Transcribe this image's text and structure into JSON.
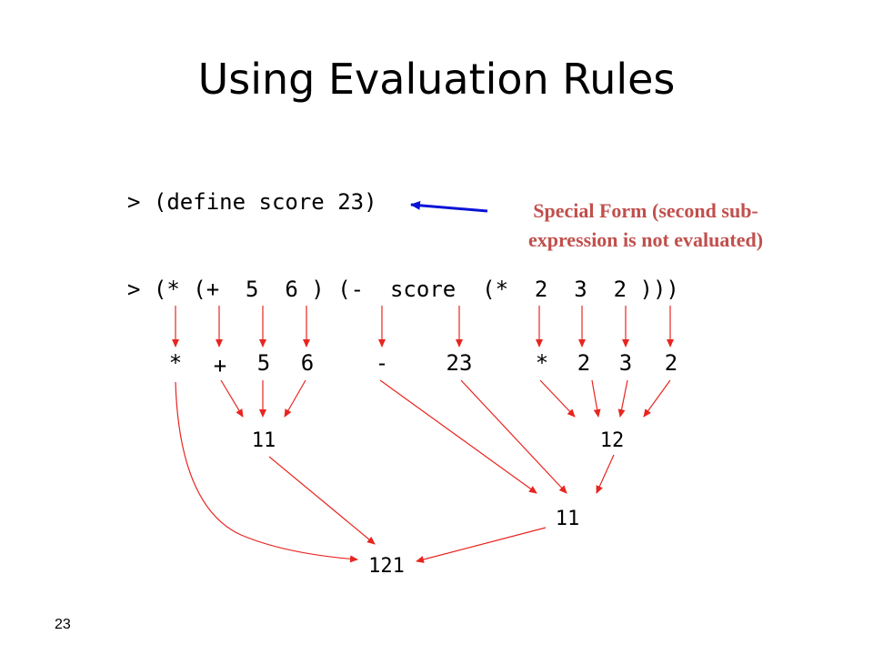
{
  "slide": {
    "title": "Using Evaluation Rules",
    "number": "23"
  },
  "code": {
    "line1": "> (define score 23)",
    "line2": "> (* (+  5  6 ) (-  score  (*  2  3  2 )))"
  },
  "annotation": {
    "line1": "Special Form (second sub-",
    "line2": "expression is not evaluated)"
  },
  "tokens": [
    "*",
    "+",
    "5",
    "6",
    "-",
    "23",
    "*",
    "2",
    "3",
    "2"
  ],
  "values": {
    "sum": "11",
    "product": "12",
    "difference": "11",
    "result": "121"
  },
  "colors": {
    "arrow_red": "#e8251f",
    "arrow_blue": "#0a14d6",
    "annotation_text": "#c0504d"
  }
}
